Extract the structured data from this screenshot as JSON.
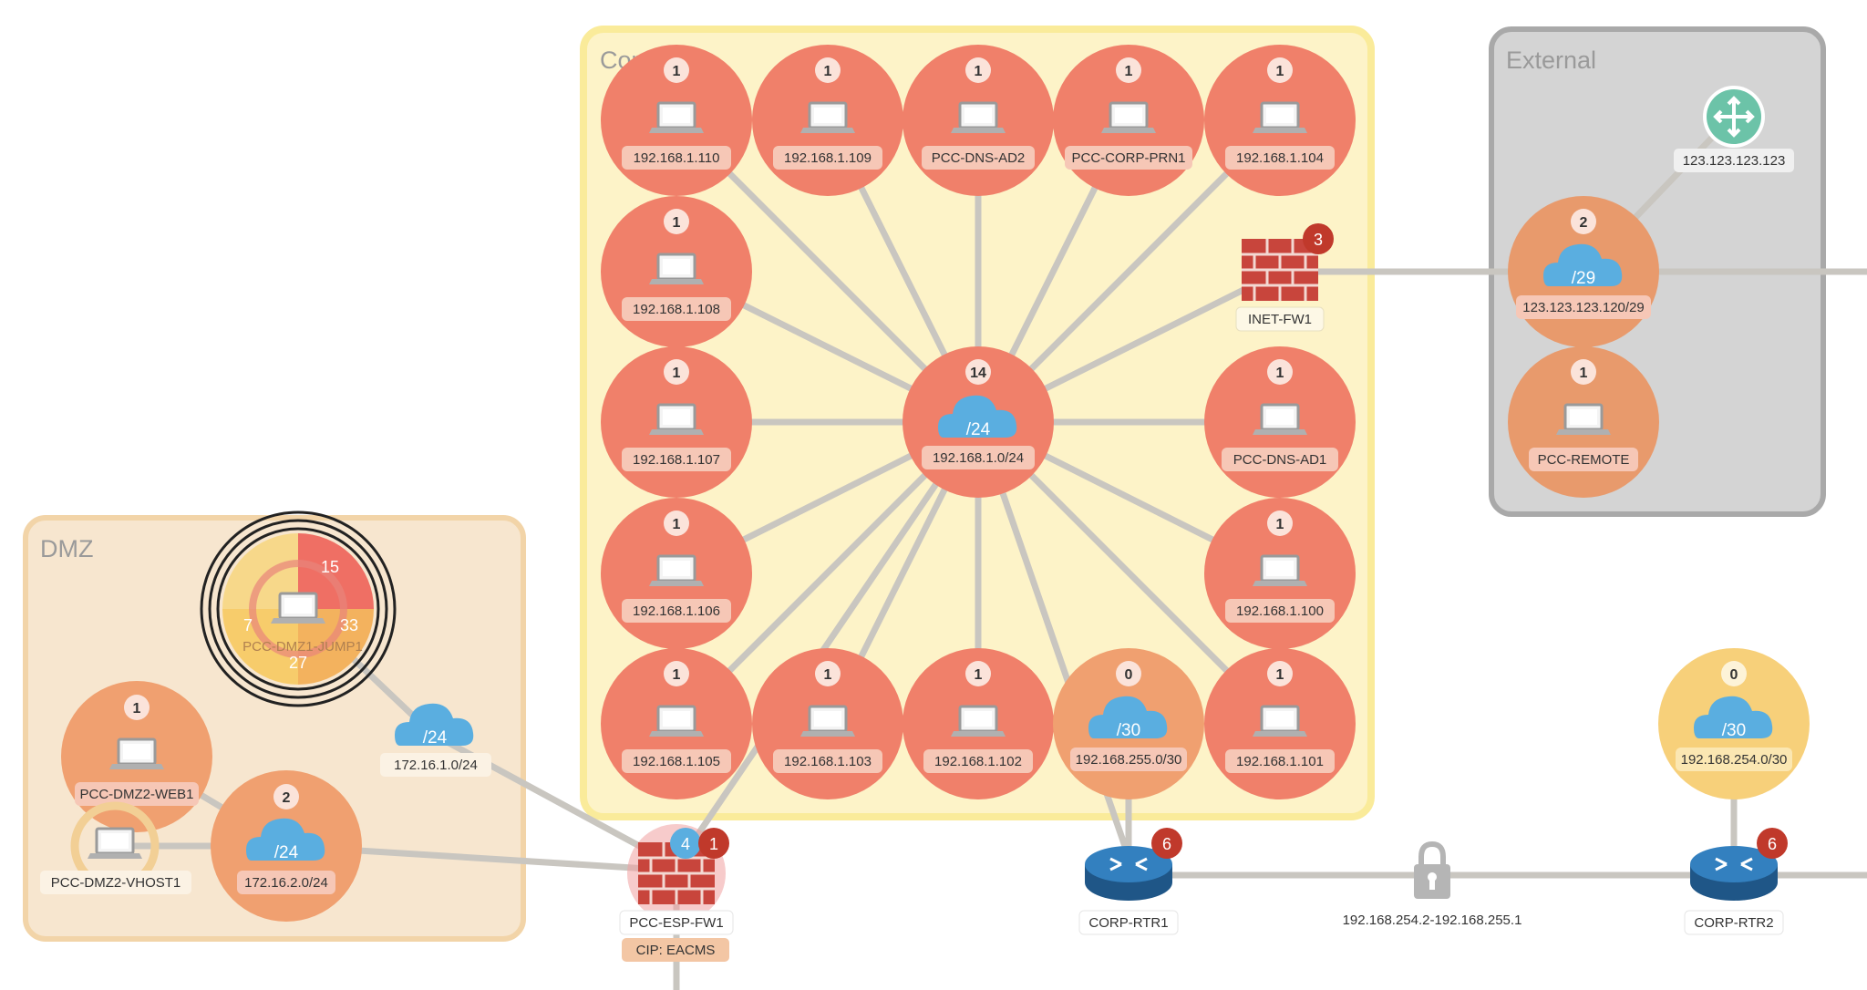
{
  "zones": {
    "corporate": "Corporate",
    "external": "External",
    "dmz": "DMZ"
  },
  "colors": {
    "host_red": "#f0806a",
    "host_orange": "#f0a070",
    "host_yellow": "#f7d07a",
    "corporate_bg": "#fdf3c8",
    "external_bg": "#d4d4d4",
    "dmz_bg": "#f7e6cf",
    "cloud": "#5aaee0",
    "router": "#2a6ea6",
    "firewall": "#c8453c",
    "badge_red": "#c0392b",
    "badge_blue": "#5aaee0",
    "link": "#c9c6c0"
  },
  "nodes": [
    {
      "id": "h110",
      "label": "192.168.1.110",
      "count": "1",
      "icon": "laptop-icon"
    },
    {
      "id": "h109",
      "label": "192.168.1.109",
      "count": "1",
      "icon": "laptop-icon"
    },
    {
      "id": "dnsad2",
      "label": "PCC-DNS-AD2",
      "count": "1",
      "icon": "laptop-icon"
    },
    {
      "id": "prn1",
      "label": "PCC-CORP-PRN1",
      "count": "1",
      "icon": "laptop-icon"
    },
    {
      "id": "h104",
      "label": "192.168.1.104",
      "count": "1",
      "icon": "laptop-icon"
    },
    {
      "id": "h108",
      "label": "192.168.1.108",
      "count": "1",
      "icon": "laptop-icon"
    },
    {
      "id": "h107",
      "label": "192.168.1.107",
      "count": "1",
      "icon": "laptop-icon"
    },
    {
      "id": "corpnet",
      "label": "192.168.1.0/24",
      "count": "14",
      "icon": "cloud-icon",
      "cloud_text": "/24"
    },
    {
      "id": "dnsad1",
      "label": "PCC-DNS-AD1",
      "count": "1",
      "icon": "laptop-icon"
    },
    {
      "id": "h106",
      "label": "192.168.1.106",
      "count": "1",
      "icon": "laptop-icon"
    },
    {
      "id": "h100",
      "label": "192.168.1.100",
      "count": "1",
      "icon": "laptop-icon"
    },
    {
      "id": "h105",
      "label": "192.168.1.105",
      "count": "1",
      "icon": "laptop-icon"
    },
    {
      "id": "h103",
      "label": "192.168.1.103",
      "count": "1",
      "icon": "laptop-icon"
    },
    {
      "id": "h102",
      "label": "192.168.1.102",
      "count": "1",
      "icon": "laptop-icon"
    },
    {
      "id": "net255",
      "label": "192.168.255.0/30",
      "count": "0",
      "icon": "cloud-icon",
      "cloud_text": "/30"
    },
    {
      "id": "h101",
      "label": "192.168.1.101",
      "count": "1",
      "icon": "laptop-icon"
    },
    {
      "id": "extnet",
      "label": "123.123.123.120/29",
      "count": "2",
      "icon": "cloud-icon",
      "cloud_text": "/29"
    },
    {
      "id": "remote",
      "label": "PCC-REMOTE",
      "count": "1",
      "icon": "laptop-icon"
    },
    {
      "id": "dmz2web",
      "label": "PCC-DMZ2-WEB1",
      "count": "1",
      "icon": "laptop-icon"
    },
    {
      "id": "dmznet2",
      "label": "172.16.2.0/24",
      "count": "2",
      "icon": "cloud-icon",
      "cloud_text": "/24"
    },
    {
      "id": "net254",
      "label": "192.168.254.0/30",
      "count": "0",
      "icon": "cloud-icon",
      "cloud_text": "/30"
    }
  ],
  "devices": {
    "inet_fw1": {
      "label": "INET-FW1",
      "badge": "3"
    },
    "esp_fw1": {
      "label": "PCC-ESP-FW1",
      "badge_red": "1",
      "badge_blue": "4",
      "tag": "CIP: EACMS"
    },
    "corp_rtr1": {
      "label": "CORP-RTR1",
      "badge": "6"
    },
    "corp_rtr2": {
      "label": "CORP-RTR2",
      "badge": "6"
    },
    "ext_router": {
      "label": "123.123.123.123"
    },
    "vpn_tunnel": {
      "label": "192.168.254.2-192.168.255.1"
    },
    "dmz_vhost": {
      "label": "PCC-DMZ2-VHOST1"
    },
    "dmz_net1": {
      "label": "172.16.1.0/24",
      "cloud_text": "/24"
    },
    "jump1": {
      "label": "PCC-DMZ1-JUMP1",
      "values": [
        "15",
        "33",
        "27",
        "7"
      ]
    }
  }
}
